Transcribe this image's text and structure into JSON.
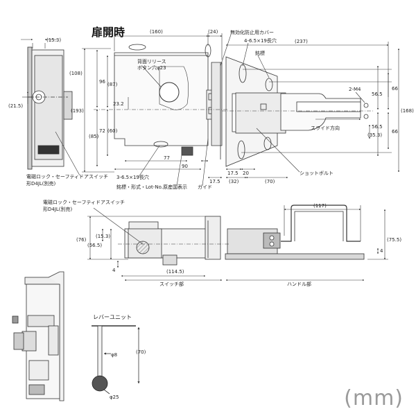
{
  "title": "扉開時",
  "unit": "(mm)",
  "top_view": {
    "dims": {
      "d160": "(160)",
      "d24": "(24)",
      "d237": "(237)",
      "d108": "(108)",
      "d96": "96",
      "d87": "(87)",
      "d193": "(193)",
      "d85": "(85)",
      "d72": "72",
      "d60": "(60)",
      "d23_2": "23.2",
      "d77": "77",
      "d90": "90",
      "d17_5a": "17.5",
      "d17_5b": "17.5",
      "d20": "20",
      "d32": "(32)",
      "d70b": "(70)",
      "d168": "(168)",
      "d56_5a": "56.5",
      "d66a": "66",
      "d56_5b": "56.5",
      "d66b": "66",
      "d35_3": "(35.3)"
    },
    "labels": {
      "release_button": "背面リリース",
      "release_hole": "ボタン穴φ23",
      "cover": "無効化防止用カバー",
      "slot_top": "4-6.5×19長穴",
      "nameplate_r": "銘標",
      "m4": "2-M4",
      "slide_dir": "スライド方向",
      "shot_bolt": "ショットボルト",
      "slot_bottom": "3-6.5×19長穴",
      "nameplate_info": "銘標・形式・Lot-No.原産国表示",
      "guide": "ガイド"
    }
  },
  "left_view": {
    "dims": {
      "d15_3": "(15.3)",
      "d21_5": "(21.5)"
    },
    "labels": {
      "switch_1": "電磁ロック・セーフティドアスイッチ",
      "switch_2": "形D4JL(別売)"
    }
  },
  "front_view": {
    "dims": {
      "d117": "(117)",
      "d76": "(76)",
      "d15_3": "(15.3)",
      "d56_5": "(56.5)",
      "d4a": "4",
      "d114_5": "(114.5)",
      "d75_5": "(75.5)",
      "d4b": "4"
    },
    "labels": {
      "switch_1": "電磁ロック・セーフティドアスイッチ",
      "switch_2": "形D4JL(別売)",
      "switch_part": "スイッチ部",
      "handle_part": "ハンドル部"
    }
  },
  "lever_unit": {
    "label": "レバーユニット",
    "dims": {
      "phi8": "φ8",
      "d70": "(70)",
      "phi25": "φ25"
    }
  }
}
